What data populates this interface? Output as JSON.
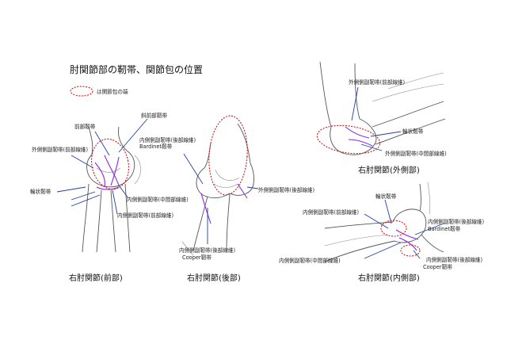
{
  "title": "肘関節部の靭帯、関節包の位置",
  "legend": {
    "text": "は関節包の端"
  },
  "colors": {
    "arrow": "#1f3fa8",
    "ligament": "#8a2be2",
    "capsule": "#d01818"
  },
  "panels": {
    "anterior": {
      "caption": "右肘関節(前部)",
      "labels": {
        "oblique_cord": "斜前部靭帯",
        "anterior_lig": "前部靭帯",
        "lateral_collateral_anterior": "外側側副靭帯(前部線維)",
        "annular": "輪状靭帯",
        "medial_collateral_middle": "内側側副靭帯(中間部線維)",
        "medial_collateral_anterior": "内側側副靭帯(前部線維)"
      }
    },
    "posterior": {
      "caption": "右肘関節(後部)",
      "labels": {
        "medial_collateral_posterior": "内側側副靭帯(後部線維)",
        "bardinet": "Bardinet靭帯",
        "lateral_collateral_posterior": "外側側副靭帯(後部線維)",
        "medial_collateral_posterior_2": "内側側副靭帯(後部線維)",
        "cooper": "Cooper靭帯"
      }
    },
    "lateral": {
      "caption": "右肘関節(外側部)",
      "labels": {
        "lateral_collateral_anterior": "外側側副靭帯(前部線維)",
        "annular": "輪状靭帯",
        "lateral_collateral_middle": "外側側副靭帯(中間部線維)"
      }
    },
    "medial": {
      "caption": "右肘関節(内側部)",
      "labels": {
        "annular": "輪状靭帯",
        "medial_collateral_anterior": "内側側副靭帯(前部線維)",
        "medial_collateral_posterior": "内側側副靭帯(後部線維)",
        "bardinet": "Bardinet靭帯",
        "medial_collateral_middle": "内側側副靭帯(中間部線維)",
        "medial_collateral_posterior_2": "内側側副靭帯(後部線維)",
        "cooper": "Cooper靭帯"
      }
    }
  }
}
